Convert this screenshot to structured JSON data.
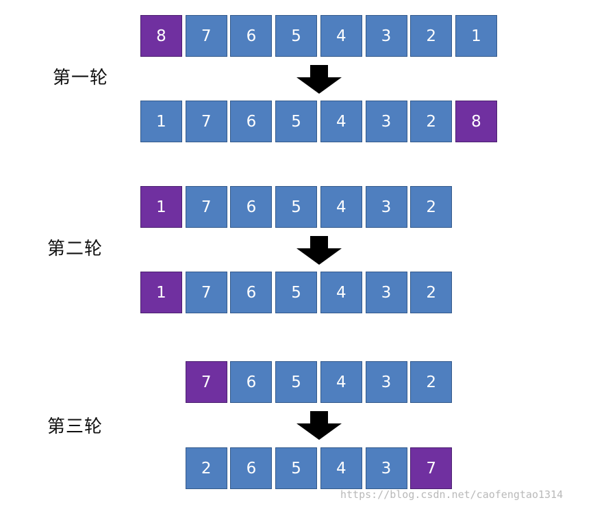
{
  "rounds": [
    {
      "label": "第一轮",
      "before": [
        8,
        7,
        6,
        5,
        4,
        3,
        2,
        1
      ],
      "before_highlight": [
        0
      ],
      "after": [
        1,
        7,
        6,
        5,
        4,
        3,
        2,
        8
      ],
      "after_highlight": [
        7
      ]
    },
    {
      "label": "第二轮",
      "before": [
        1,
        7,
        6,
        5,
        4,
        3,
        2
      ],
      "before_highlight": [
        0
      ],
      "after": [
        1,
        7,
        6,
        5,
        4,
        3,
        2
      ],
      "after_highlight": [
        0
      ]
    },
    {
      "label": "第三轮",
      "before": [
        7,
        6,
        5,
        4,
        3,
        2
      ],
      "before_highlight": [
        0
      ],
      "after": [
        2,
        6,
        5,
        4,
        3,
        7
      ],
      "after_highlight": [
        5
      ]
    }
  ],
  "colors": {
    "cell": "#4f7fbf",
    "highlight": "#7030a0",
    "text": "#ffffff",
    "arrow": "#000000"
  },
  "watermark": "https://blog.csdn.net/caofengtao1314"
}
